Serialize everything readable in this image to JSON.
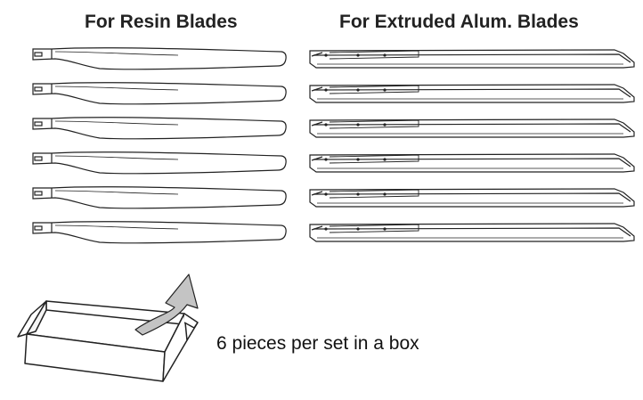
{
  "headings": {
    "resin": "For Resin Blades",
    "alum": "For Extruded Alum. Blades"
  },
  "caption": "6 pieces per set in a box",
  "resin_blade_count": 6,
  "alum_blade_count": 6,
  "colors": {
    "line": "#222222",
    "arrow_fill": "#c4c4c4",
    "text": "#111111"
  },
  "icons": {
    "box": "open-box-icon",
    "arrow": "curved-arrow-icon"
  }
}
